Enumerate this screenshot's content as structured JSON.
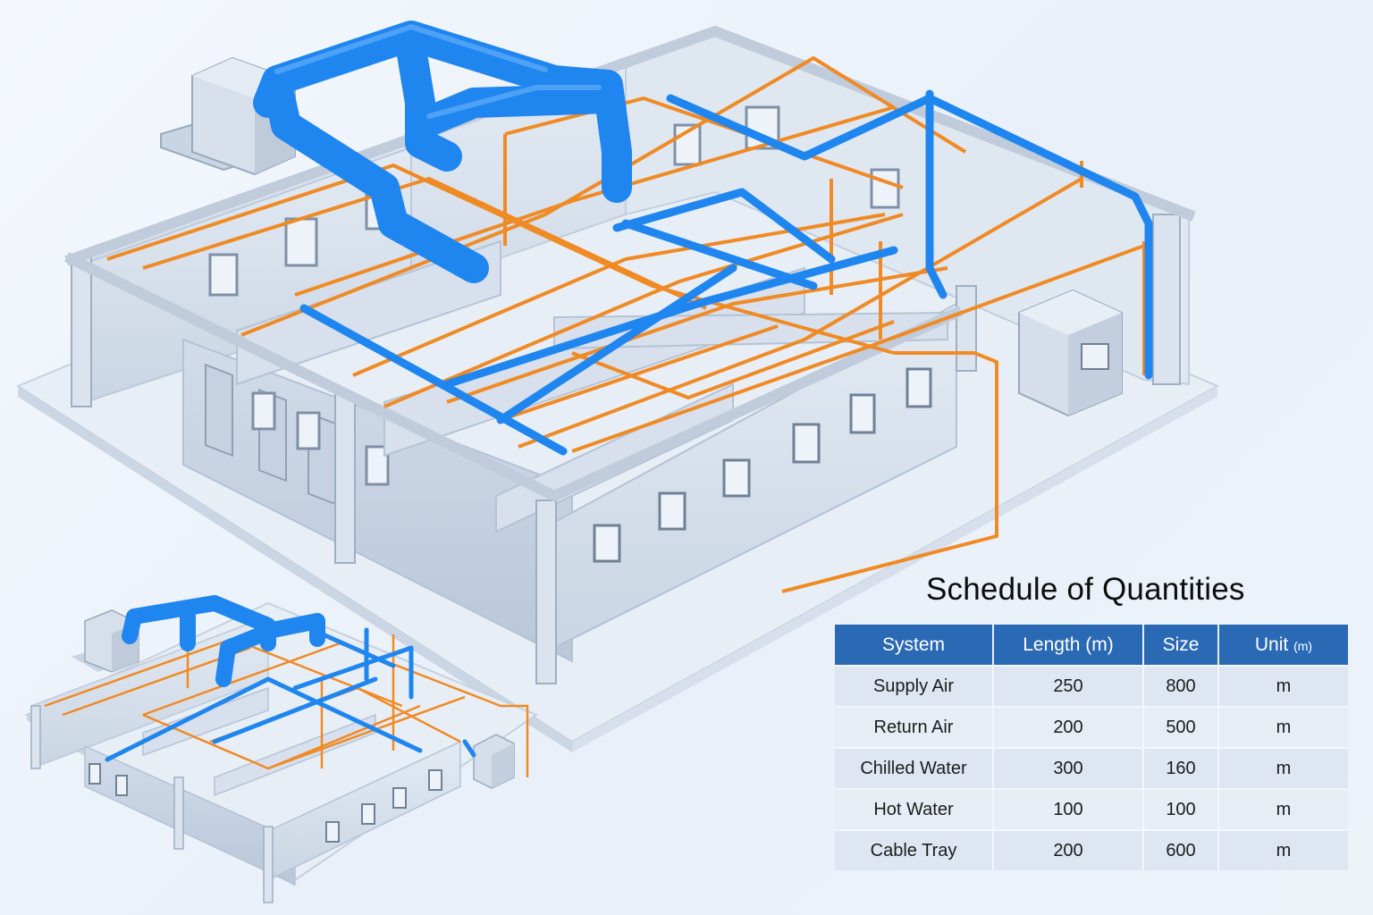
{
  "schedule": {
    "title": "Schedule of Quantities",
    "headers": [
      "System",
      "Length (m)",
      "Size",
      "Unit"
    ],
    "unit_header_suffix": "(m)",
    "rows": [
      {
        "system": "Supply Air",
        "length": "250",
        "size": "800",
        "unit": "m"
      },
      {
        "system": "Return Air",
        "length": "200",
        "size": "500",
        "unit": "m"
      },
      {
        "system": "Chilled Water",
        "length": "300",
        "size": "160",
        "unit": "m"
      },
      {
        "system": "Hot Water",
        "length": "100",
        "size": "100",
        "unit": "m"
      },
      {
        "system": "Cable Tray",
        "length": "200",
        "size": "600",
        "unit": "m"
      }
    ]
  },
  "colors": {
    "duct": "#1f86f0",
    "pipe_orange": "#f08a24",
    "table_header": "#2a6ab4",
    "table_body": "#dde6f1",
    "structure": "#cfd9e6"
  }
}
